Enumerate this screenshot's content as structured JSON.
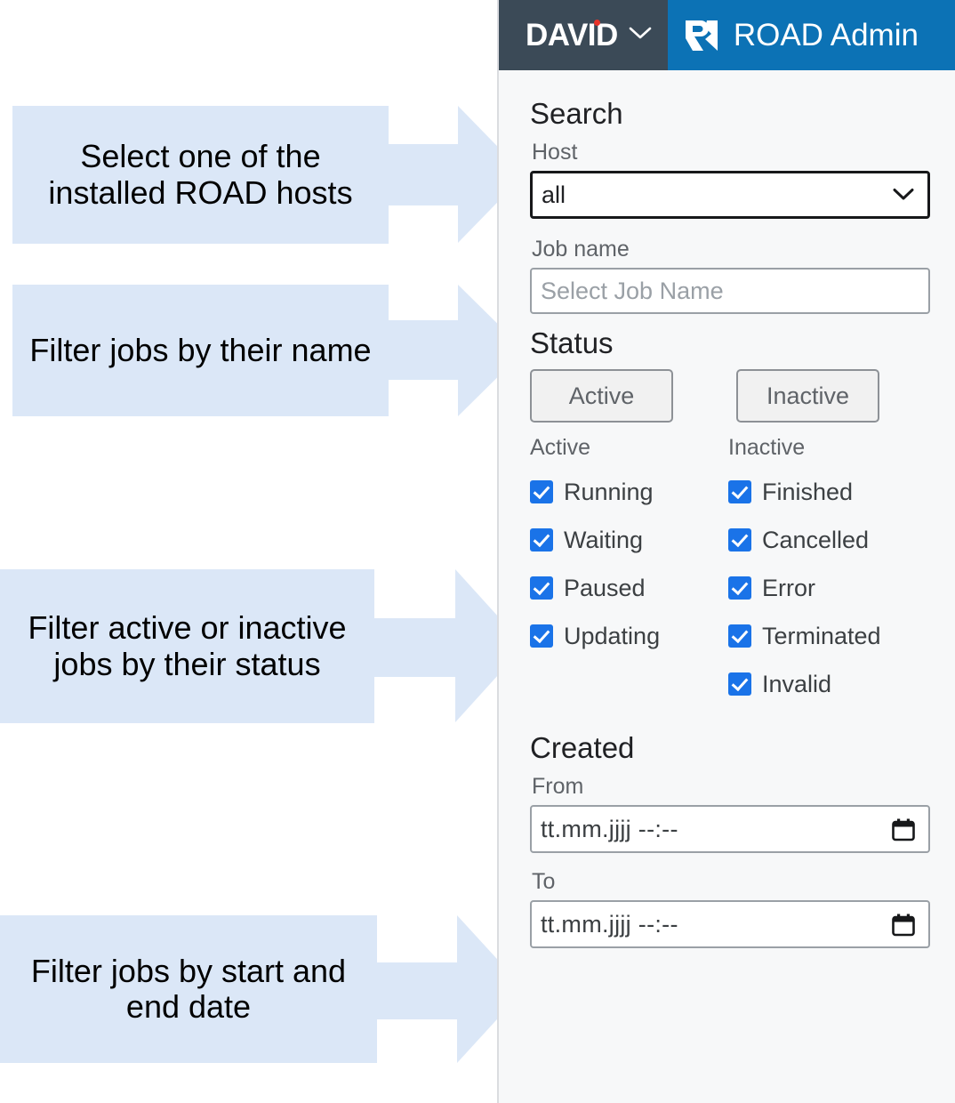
{
  "header": {
    "brand": "DAVID",
    "brand_caret_icon": "chevron-down-icon",
    "logo_icon": "road-logo-icon",
    "title": "ROAD Admin",
    "colors": {
      "left_bg": "#3b4a57",
      "right_bg": "#0c72b5",
      "dot": "#e8342a"
    }
  },
  "search": {
    "title": "Search",
    "host": {
      "label": "Host",
      "value": "all",
      "options": [
        "all"
      ]
    },
    "job_name": {
      "label": "Job name",
      "value": "",
      "placeholder": "Select Job Name"
    }
  },
  "status": {
    "title": "Status",
    "buttons": [
      {
        "label": "Active"
      },
      {
        "label": "Inactive"
      }
    ],
    "columns": [
      {
        "heading": "Active",
        "items": [
          {
            "label": "Running",
            "checked": true
          },
          {
            "label": "Waiting",
            "checked": true
          },
          {
            "label": "Paused",
            "checked": true
          },
          {
            "label": "Updating",
            "checked": true
          }
        ]
      },
      {
        "heading": "Inactive",
        "items": [
          {
            "label": "Finished",
            "checked": true
          },
          {
            "label": "Cancelled",
            "checked": true
          },
          {
            "label": "Error",
            "checked": true
          },
          {
            "label": "Terminated",
            "checked": true
          },
          {
            "label": "Invalid",
            "checked": true
          }
        ]
      }
    ],
    "checkbox_color": "#1a73e8"
  },
  "created": {
    "title": "Created",
    "from": {
      "label": "From",
      "value": "tt.mm.jjjj --:--",
      "icon": "calendar-icon"
    },
    "to": {
      "label": "To",
      "value": "tt.mm.jjjj --:--",
      "icon": "calendar-icon"
    }
  },
  "annotations": {
    "color": "#dbe7f7",
    "items": [
      {
        "text": "Select one of the installed ROAD hosts"
      },
      {
        "text": "Filter jobs by their name"
      },
      {
        "text": "Filter active or inactive jobs by their status"
      },
      {
        "text": "Filter jobs by start and end date"
      }
    ]
  }
}
